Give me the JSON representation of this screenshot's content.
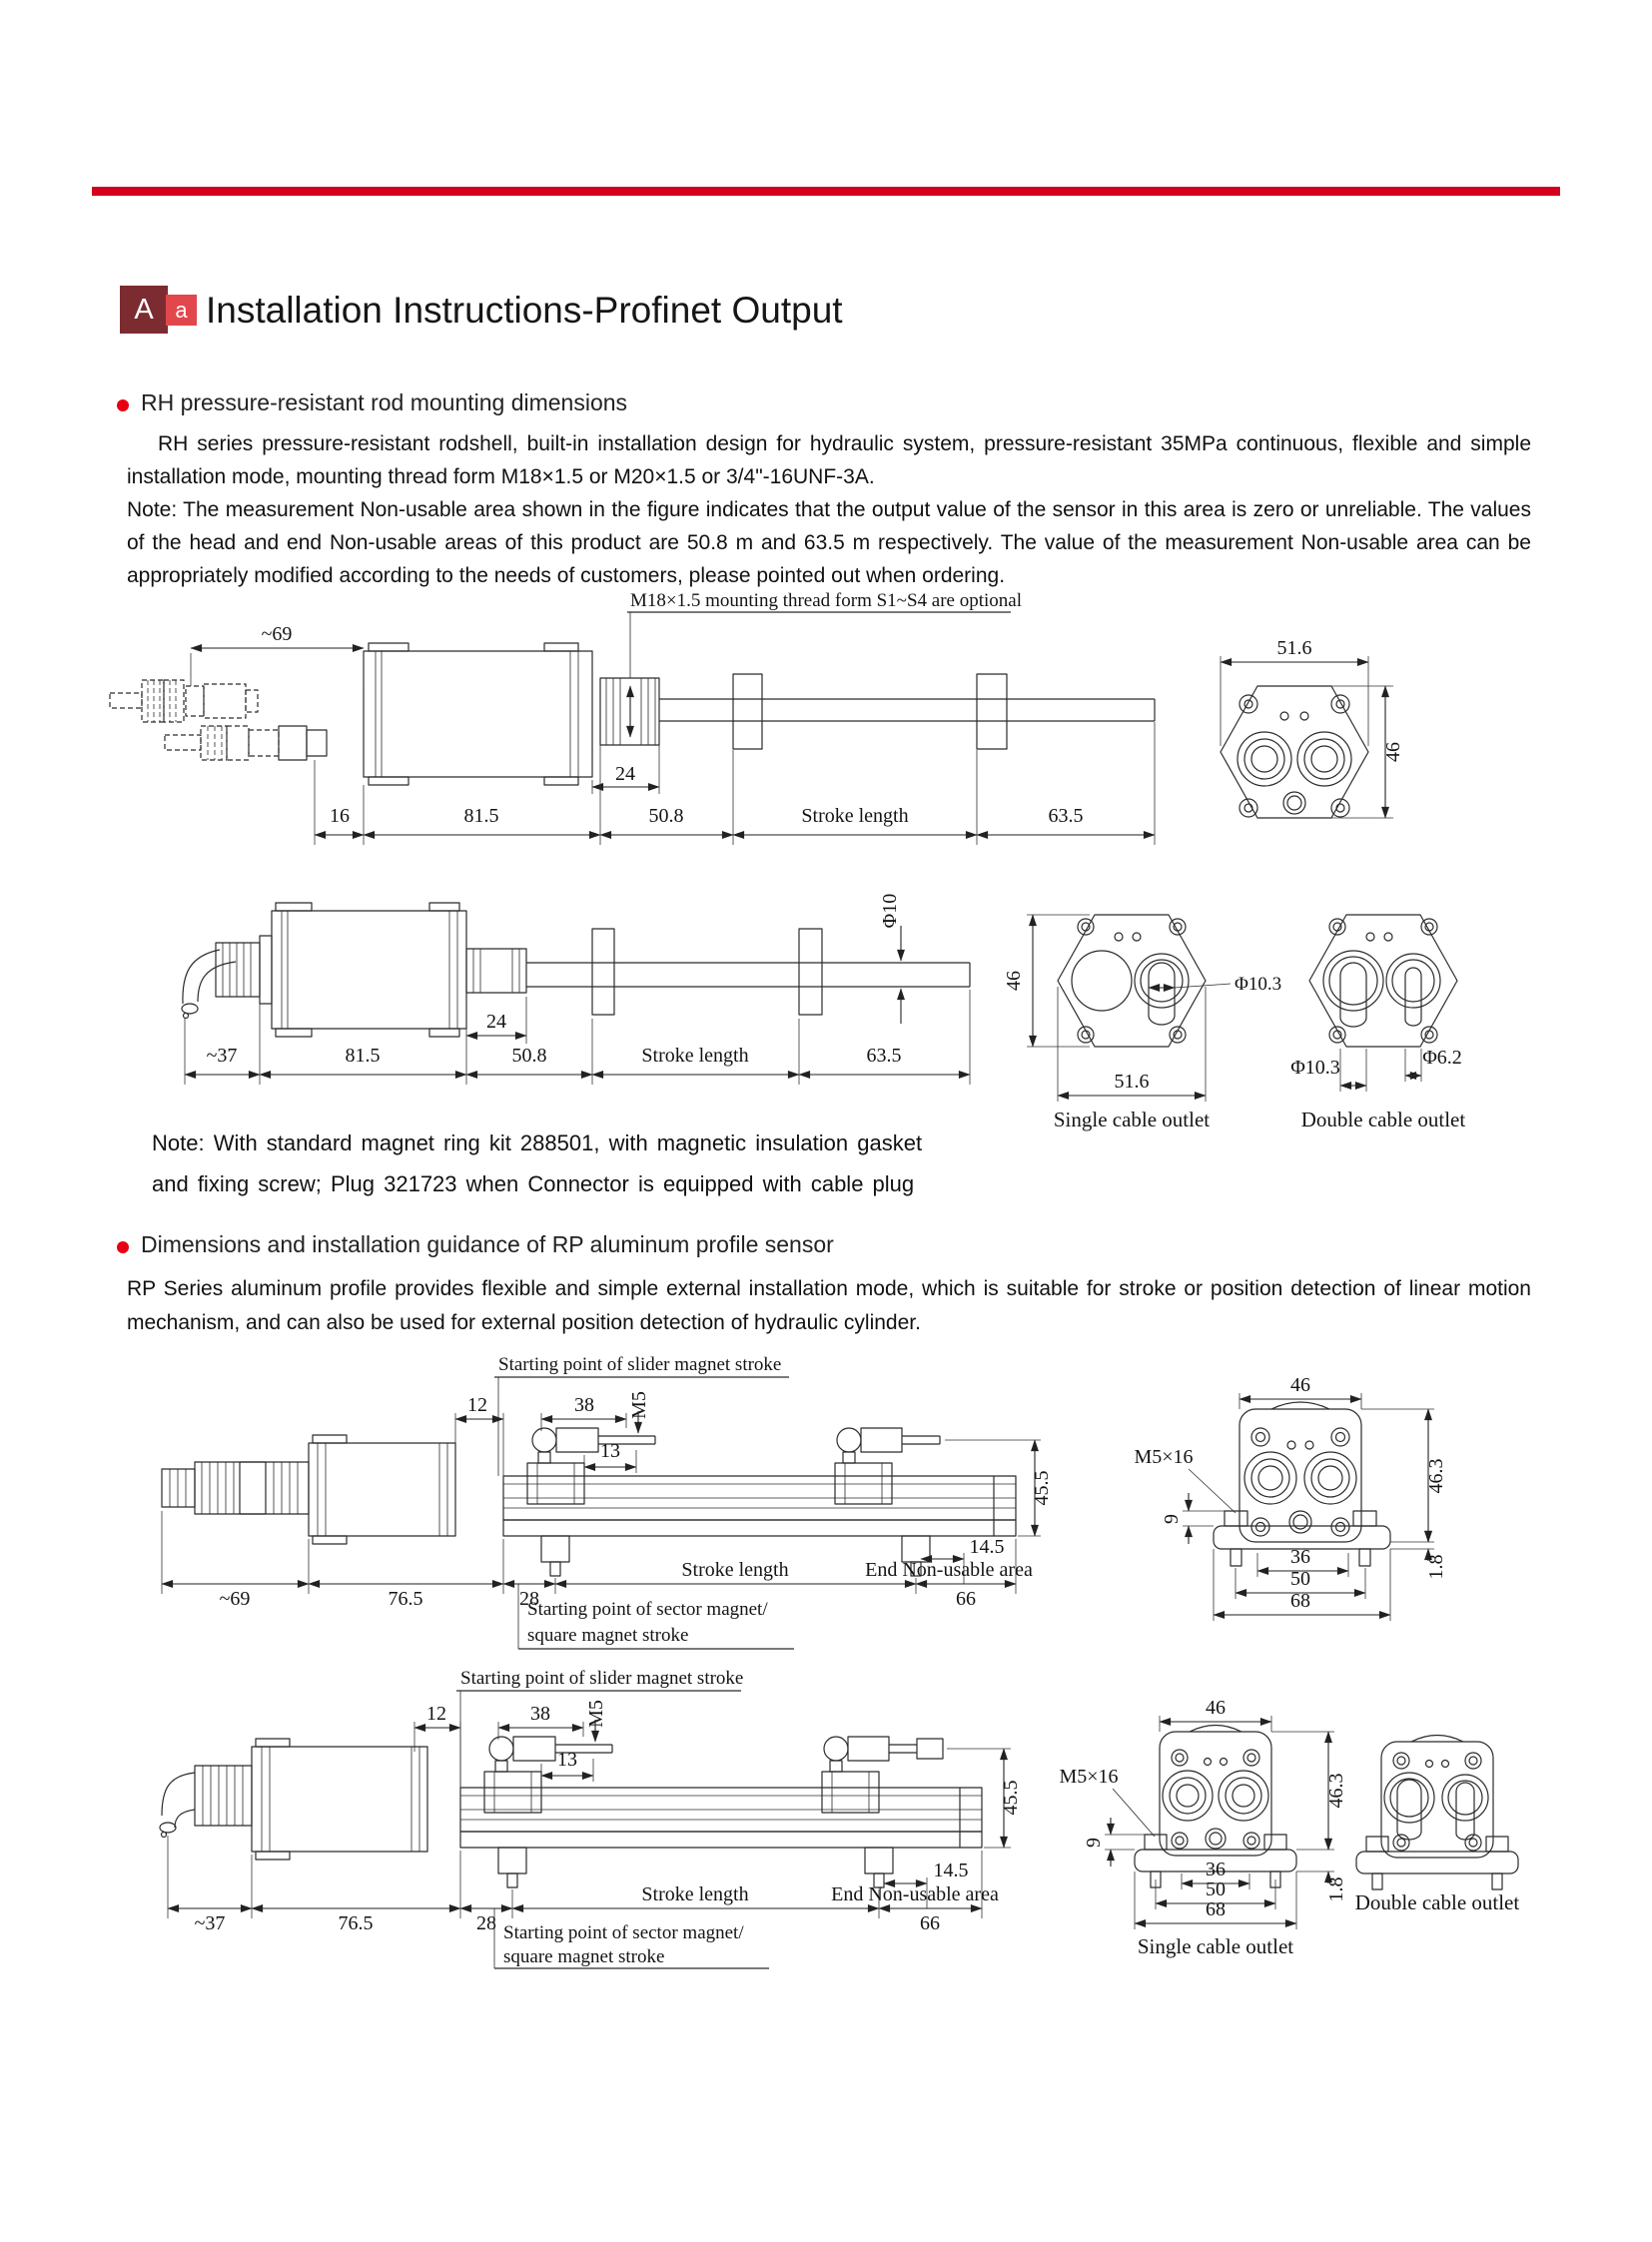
{
  "header": {
    "badge_large": "A",
    "badge_small": "a",
    "title": "Installation Instructions-Profinet Output"
  },
  "section_rh": {
    "heading": "RH pressure-resistant rod mounting dimensions",
    "para_intro": "RH series pressure-resistant rodshell, built-in installation design for hydraulic system, pressure-resistant 35MPa continuous, flexible and simple installation mode, mounting thread form M18×1.5 or M20×1.5 or 3/4\"-16UNF-3A.",
    "para_note": "Note: The measurement Non-usable area shown in the figure indicates that the output value of the sensor in this area is zero or unreliable. The values of the head and end Non-usable areas of this product are 50.8 m and 63.5 m respectively. The value of the measurement Non-usable area can be appropriately modified according to the needs of customers, please pointed out when ordering.",
    "note_line1": "Note: With standard magnet ring kit 288501, with magnetic insulation gasket",
    "note_line2": "and fixing screw; Plug 321723 when Connector is equipped with cable plug"
  },
  "section_rp": {
    "heading": "Dimensions and installation guidance of RP aluminum profile sensor",
    "para_intro": "RP Series aluminum profile provides flexible and simple external installation mode, which is suitable for stroke or position detection of linear motion mechanism, and can also be used for external position detection of hydraulic cylinder."
  },
  "d1": {
    "callout": "M18×1.5 mounting thread form S1~S4 are optional",
    "dim_69": "~69",
    "dim_24": "24",
    "dim_16": "16",
    "dim_815": "81.5",
    "dim_508": "50.8",
    "stroke_length": "Stroke length",
    "dim_635": "63.5",
    "dim_516": "51.6",
    "dim_46": "46"
  },
  "d2": {
    "dim_37": "~37",
    "dim_815": "81.5",
    "dim_508": "50.8",
    "stroke_length": "Stroke length",
    "dim_635": "63.5",
    "dim_24": "24",
    "dim_phi10": "Φ10",
    "dim_46": "46",
    "dim_phi103": "Φ10.3",
    "dim_516": "51.6",
    "cap_single": "Single cable outlet",
    "dim_phi103b": "Φ10.3",
    "dim_phi62": "Φ6.2",
    "cap_double": "Double cable outlet"
  },
  "d3": {
    "callout_top": "Starting point of slider magnet stroke",
    "callout_bottom_1": "Starting point of sector magnet/",
    "callout_bottom_2": "square magnet stroke",
    "dim_12": "12",
    "dim_38": "38",
    "dim_m5": "M5",
    "dim_13": "13",
    "dim_455": "45.5",
    "dim_69": "~69",
    "dim_765": "76.5",
    "dim_28": "28",
    "stroke_length": "Stroke length",
    "end_area": "End Non-usable area",
    "dim_66": "66",
    "dim_145": "14.5",
    "dim_46": "46",
    "dim_m516": "M5×16",
    "dim_463": "46.3",
    "dim_9": "9",
    "dim_36": "36",
    "dim_50": "50",
    "dim_68": "68",
    "dim_18": "1.8"
  },
  "d4": {
    "callout_top": "Starting point of slider magnet stroke",
    "callout_bottom_1": "Starting point of sector magnet/",
    "callout_bottom_2": "square magnet stroke",
    "dim_12": "12",
    "dim_38": "38",
    "dim_m5": "M5",
    "dim_13": "13",
    "dim_455": "45.5",
    "dim_37": "~37",
    "dim_765": "76.5",
    "dim_28": "28",
    "stroke_length": "Stroke length",
    "end_area": "End Non-usable area",
    "dim_66": "66",
    "dim_145": "14.5",
    "dim_46": "46",
    "dim_m516": "M5×16",
    "dim_463": "46.3",
    "dim_9": "9",
    "dim_36": "36",
    "dim_50": "50",
    "dim_68": "68",
    "dim_18": "1.8",
    "cap_single": "Single cable outlet",
    "cap_double": "Double cable outlet"
  }
}
